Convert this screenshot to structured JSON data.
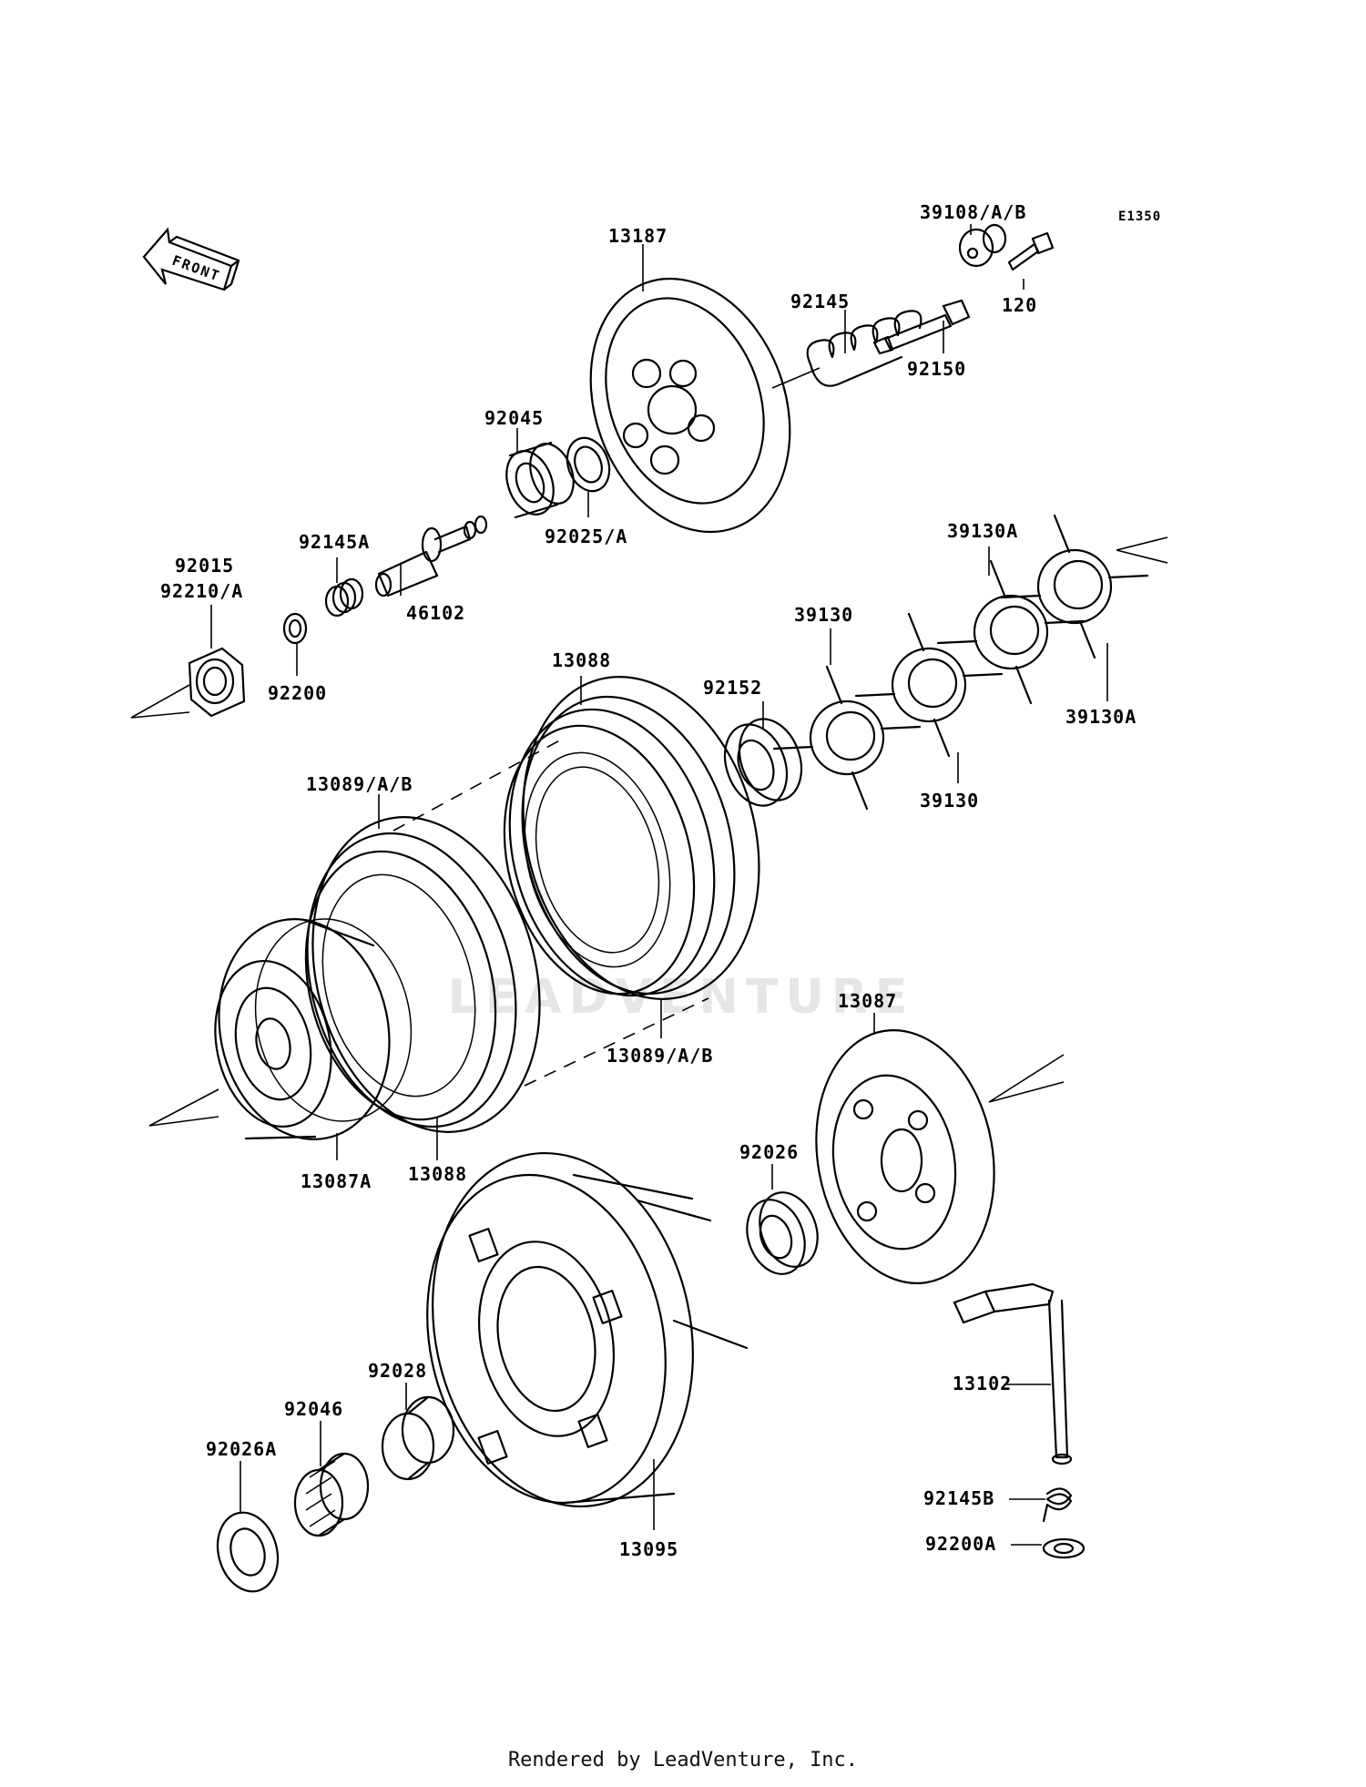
{
  "diagram_code": "E1350",
  "front_label": "FRONT",
  "watermark": "LEADVENTURE",
  "footer": "Rendered by LeadVenture, Inc.",
  "parts": {
    "p13187": "13187",
    "p92145": "92145",
    "p39108": "39108/A/B",
    "p120": "120",
    "p92150": "92150",
    "p92045": "92045",
    "p92025": "92025/A",
    "p92145A": "92145A",
    "p46102": "46102",
    "p92015": "92015",
    "p92210": "92210/A",
    "p92200": "92200",
    "p39130A_top": "39130A",
    "p39130_top": "39130",
    "p39130A_right": "39130A",
    "p39130_bottom": "39130",
    "p92152": "92152",
    "p13088_top": "13088",
    "p13089_left": "13089/A/B",
    "p13089_mid": "13089/A/B",
    "p13087": "13087",
    "p13087A": "13087A",
    "p13088_bottom": "13088",
    "p92026": "92026",
    "p13102": "13102",
    "p92145B": "92145B",
    "p92200A": "92200A",
    "p92028": "92028",
    "p92046": "92046",
    "p92026A": "92026A",
    "p13095": "13095"
  }
}
